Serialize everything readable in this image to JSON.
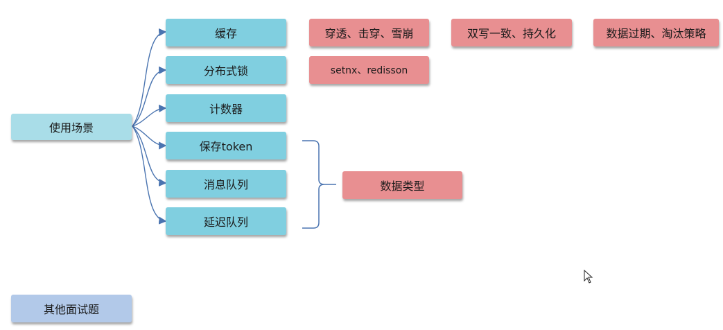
{
  "diagram": {
    "root": "使用场景",
    "other": "其他面试题",
    "children": [
      "缓存",
      "分布式锁",
      "计数器",
      "保存token",
      "消息队列",
      "延迟队列"
    ],
    "cache_topics": [
      "穿透、击穿、雪崩",
      "双写一致、持久化",
      "数据过期、淘汰策略"
    ],
    "lock_topic": "setnx、redisson",
    "data_types": "数据类型"
  },
  "colors": {
    "root": "#a9dde8",
    "child": "#80cfe0",
    "topic": "#e88f91",
    "other": "#b2c9e9",
    "edge": "#4a74b0"
  }
}
